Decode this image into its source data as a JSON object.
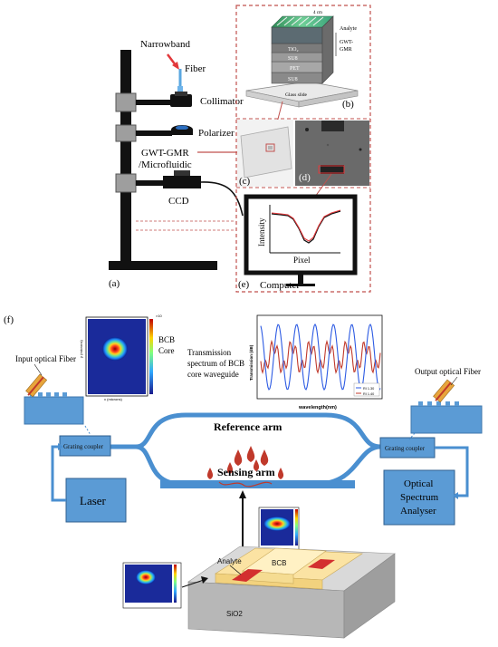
{
  "panel_a": {
    "narrowband": "Narrowband",
    "fiber": "Fiber",
    "collimator": "Collimator",
    "polarizer": "Polarizer",
    "gwt_gmr": "GWT-GMR",
    "microfluidic": "/Microfluidic",
    "ccd": "CCD",
    "computer": "Computer",
    "label_a": "(a)",
    "label_b": "(b)",
    "label_c": "(c)",
    "label_d": "(d)",
    "label_e": "(e)",
    "stack": {
      "analyte": "Analyte",
      "gwt": "GWT-",
      "gmr": "GMR",
      "layer_tio2": "TiO₂",
      "layer_su8_top": "SU8",
      "layer_pet": "PET",
      "layer_su8_bottom": "SU8",
      "glass": "Glass slide",
      "size": "4 cm"
    },
    "plot_e": {
      "ylabel": "Intensity",
      "xlabel": "Pixel"
    }
  },
  "panel_f": {
    "label_f": "(f)",
    "input_fiber": "Input optical Fiber",
    "output_fiber": "Output optical Fiber",
    "bcb_core_1": "BCB",
    "bcb_core_2": "Core",
    "trans_1": "Transmission",
    "trans_2": "spectrum of BCB",
    "trans_3": "core waveguide",
    "reference_arm": "Reference arm",
    "sensing_arm": "Sensing arm",
    "grating_left": "Grating coupler",
    "grating_right": "Grating coupler",
    "laser": "Laser",
    "osa_1": "Optical",
    "osa_2": "Spectrum",
    "osa_3": "Analyser",
    "analyte": "Analyte",
    "bcb": "BCB",
    "sio2": "SiO2",
    "spectrum_xlabel": "wavelength(nm)",
    "spectrum_ylabel": "Transmission (dB)",
    "legend_1": "RI 1.30",
    "legend_2": "RI 1.40"
  },
  "colors": {
    "waveguide": "#4a8fd0",
    "box": "#5b9bd5",
    "dashed": "#c0504d",
    "core_red": "#d9534f",
    "bcb": "#fbe3a3",
    "sio2": "#bdbdbd"
  }
}
